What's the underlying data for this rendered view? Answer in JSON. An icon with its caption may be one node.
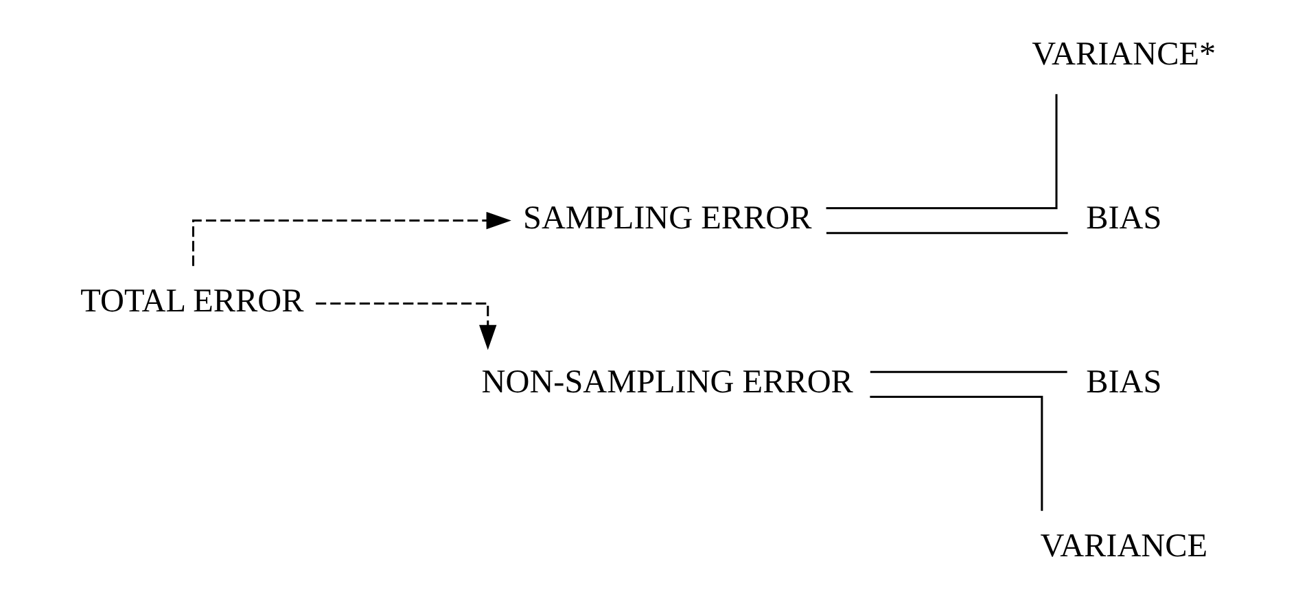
{
  "diagram": {
    "nodes": [
      {
        "text": [
          "TOTAL ERROR"
        ]
      },
      {
        "text": [
          "SAMPLING ERROR"
        ]
      },
      {
        "text": [
          "NON-SAMPLING ERROR"
        ]
      },
      {
        "text": [
          "VARIANCE*"
        ]
      },
      {
        "text": [
          "BIAS"
        ]
      },
      {
        "text": [
          "BIAS"
        ]
      },
      {
        "text": [
          "VARIANCE"
        ]
      }
    ],
    "edges": [
      {
        "from": 0,
        "to": 1,
        "arrow": "to",
        "style": "dashed"
      },
      {
        "from": 0,
        "to": 2,
        "arrow": "to",
        "style": "dashed"
      },
      {
        "from": 1,
        "to": 3,
        "arrow": "none"
      },
      {
        "from": 1,
        "to": 4,
        "arrow": "none"
      },
      {
        "from": 2,
        "to": 5,
        "arrow": "none"
      },
      {
        "from": 2,
        "to": 6,
        "arrow": "none"
      }
    ]
  }
}
